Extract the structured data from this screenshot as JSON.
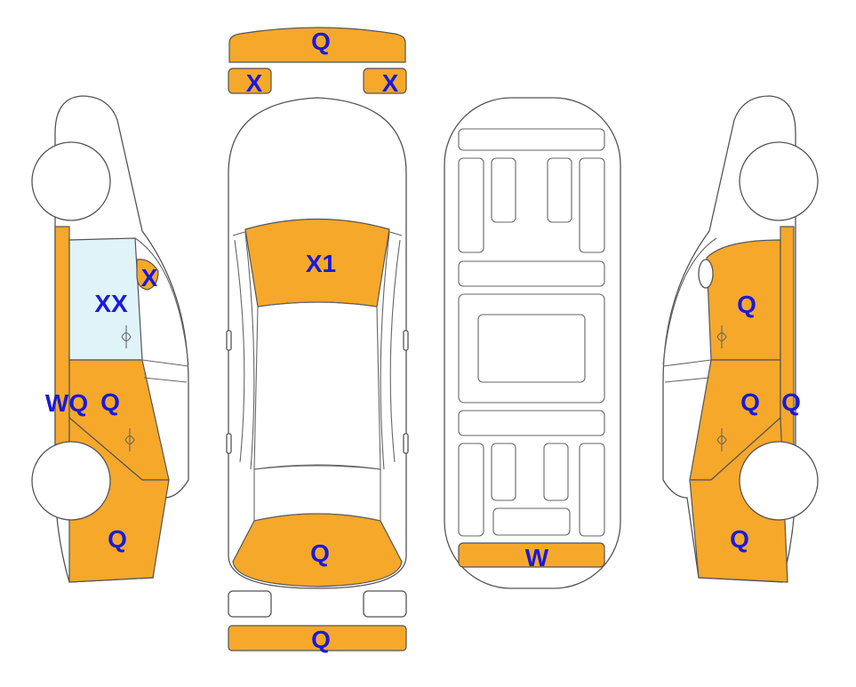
{
  "colors": {
    "damage_fill": "#f6a82a",
    "glass_fill": "#dff3f8",
    "label_color": "#1a1adb",
    "outline": "#555555"
  },
  "labels": {
    "front_bumper": "Q",
    "front_light_left": "X",
    "front_light_right": "X",
    "windshield": "X1",
    "rear_window": "Q",
    "rear_bumper": "Q",
    "trunk_floor": "W",
    "left_front_glass": "XX",
    "left_mirror": "X",
    "left_sill": "WQ",
    "left_front_door": "Q",
    "left_rear_fender": "Q",
    "right_front_fender": "Q",
    "right_front_door": "Q",
    "right_pillar": "Q",
    "right_rear_fender": "Q"
  }
}
